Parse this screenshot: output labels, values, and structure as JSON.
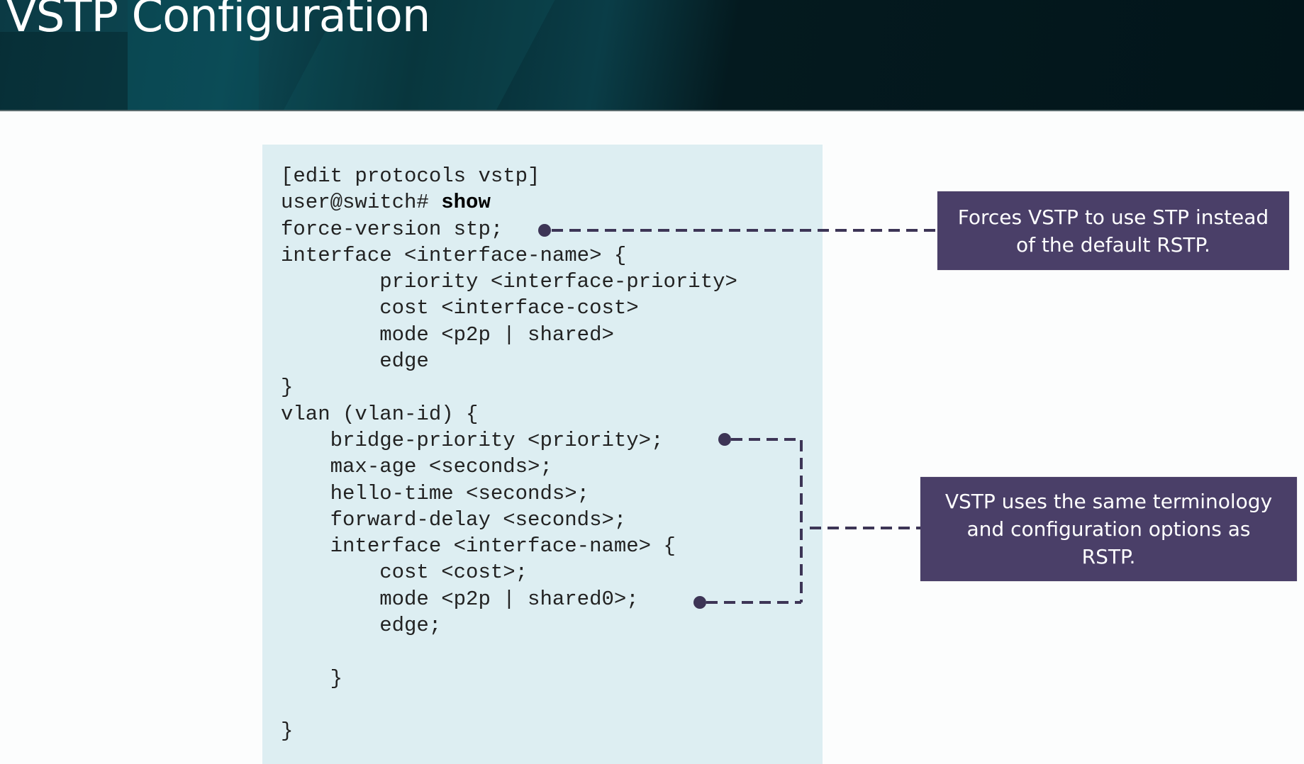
{
  "header": {
    "title": "VSTP Configuration"
  },
  "code": {
    "lines": [
      "[edit protocols vstp]",
      "user@switch# ",
      "force-version stp;",
      "interface <interface-name> {",
      "        priority <interface-priority>",
      "        cost <interface-cost>",
      "        mode <p2p | shared>",
      "        edge",
      "}",
      "vlan (vlan-id) {",
      "    bridge-priority <priority>;",
      "    max-age <seconds>;",
      "    hello-time <seconds>;",
      "    forward-delay <seconds>;",
      "    interface <interface-name> {",
      "        cost <cost>;",
      "        mode <p2p | shared0>;",
      "        edge;",
      "",
      "    }",
      "",
      "}"
    ],
    "command": "show"
  },
  "callouts": [
    {
      "lines": [
        "Forces VSTP to use STP instead",
        "of the default RSTP."
      ]
    },
    {
      "lines": [
        "VSTP uses the same terminology",
        "and configuration options as",
        "RSTP."
      ]
    }
  ],
  "colors": {
    "header_bg": "#03181d",
    "code_bg": "#ddeef2",
    "callout_bg": "#4a3f68",
    "connector": "#3d3556"
  }
}
